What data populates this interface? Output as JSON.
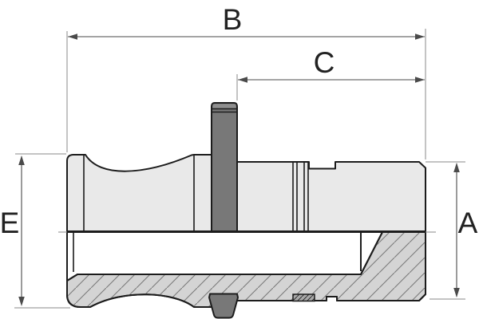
{
  "drawing": {
    "type": "technical-section-drawing",
    "subject": "hose coupling cross-section"
  },
  "labels": {
    "b": "B",
    "c": "C",
    "e": "E",
    "a": "A"
  },
  "colors": {
    "background": "#ffffff",
    "line_color": "#1c1c1c",
    "body_fill": "#e9e9e9",
    "section_fill": "#d4d4d4",
    "hatch_line_color": "#7a7a7a",
    "pin_fill": "#787878",
    "pin_cap_fill": "#8f8f8f",
    "gasket_fill": "#a9a9a9",
    "dim_line_color": "#4a4a4a",
    "ext_line_color": "#8a8a8a",
    "label_color": "#222222"
  }
}
